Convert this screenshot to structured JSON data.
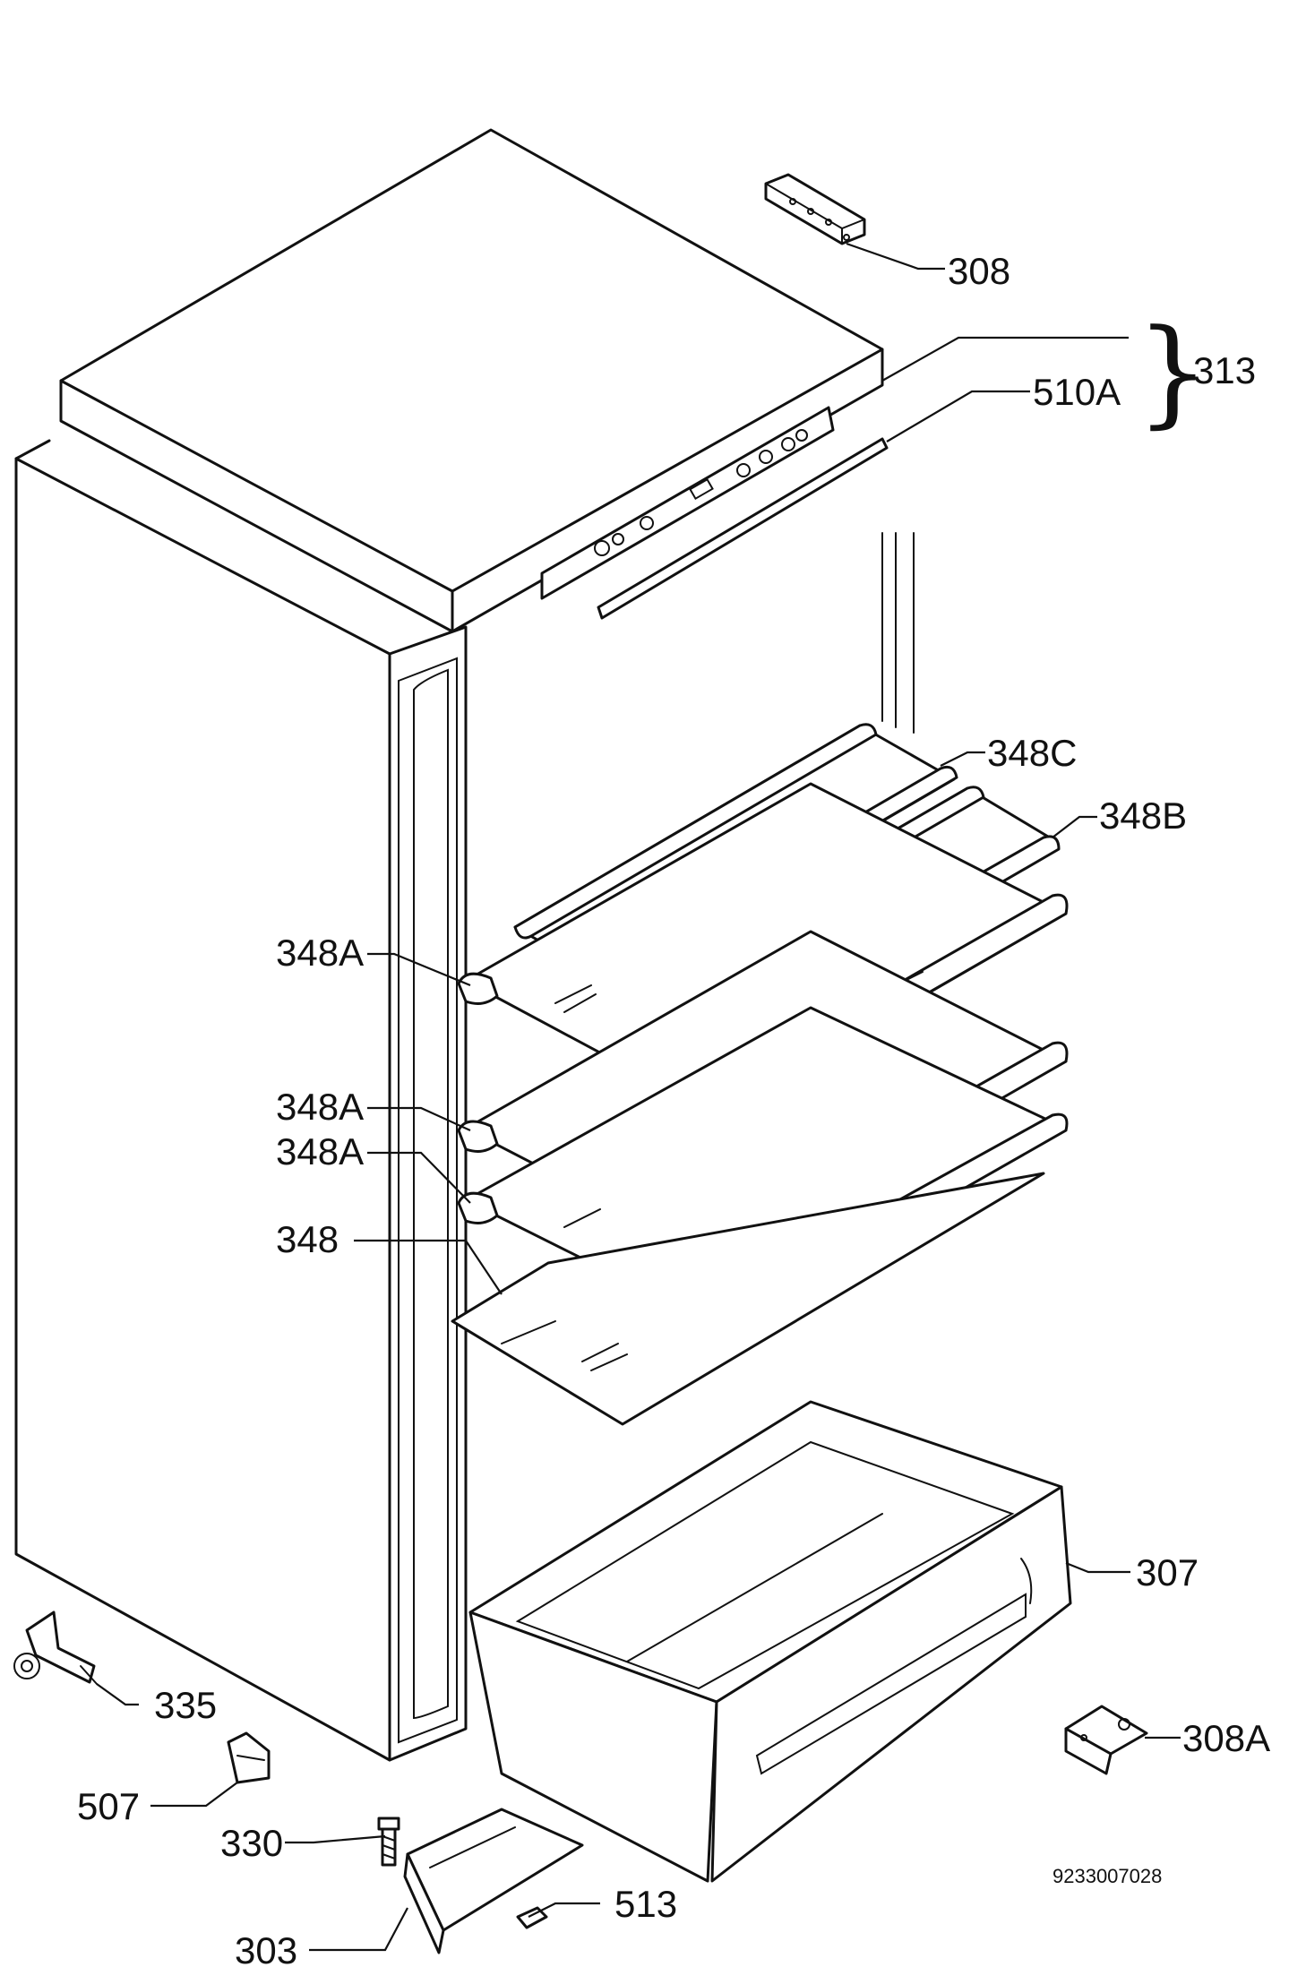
{
  "labels": {
    "p308": "308",
    "p313": "313",
    "p510a": "510A",
    "p348c": "348C",
    "p348b": "348B",
    "p348a_1": "348A",
    "p348a_2": "348A",
    "p348a_3": "348A",
    "p348": "348",
    "p307": "307",
    "p335": "335",
    "p308a": "308A",
    "p507": "507",
    "p330": "330",
    "p513": "513",
    "p303": "303",
    "drawing_number": "9233007028",
    "brace": "}"
  }
}
